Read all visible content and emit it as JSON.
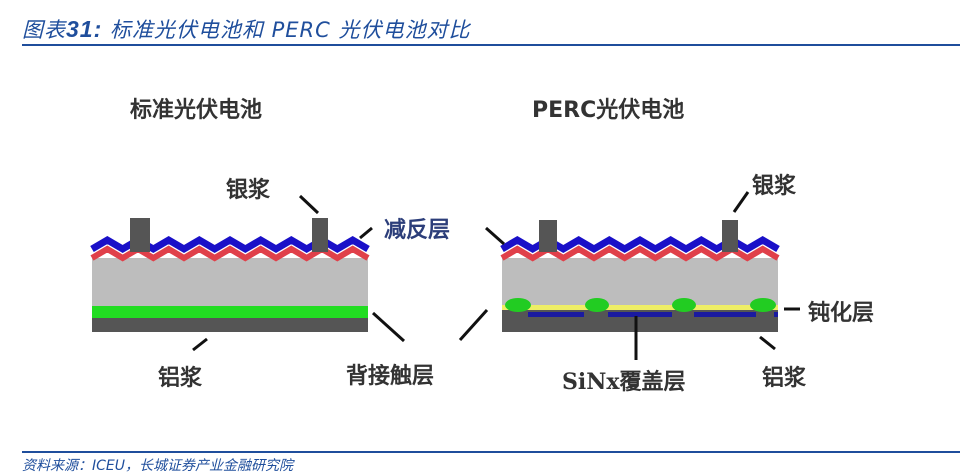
{
  "figure": {
    "title_prefix": "图表",
    "title_number": "31:",
    "title_text": " 标准光伏电池和 PERC 光伏电池对比",
    "footer": "资料来源：ICEU，长城证券产业金融研究院"
  },
  "panels": {
    "standard": {
      "heading": "标准光伏电池",
      "labels": {
        "silver_paste": "银浆",
        "aluminum_paste": "铝浆",
        "back_contact": "背接触层"
      }
    },
    "perc": {
      "heading": "PERC光伏电池",
      "labels": {
        "silver_paste": "银浆",
        "passivation": "钝化层",
        "sinx_cover": "SiNx覆盖层",
        "aluminum_paste": "铝浆"
      }
    },
    "shared_labels": {
      "anti_reflection": "减反层"
    }
  },
  "colors": {
    "title_blue": "#1f4e9c",
    "anti_reflection": "#1a10c8",
    "emitter_red": "#e0404a",
    "silicon_gray": "#bdbdbd",
    "metal_dark": "#555555",
    "back_contact_green": "#22dd22",
    "passivation_yellow": "#eeee66",
    "sinx_blue": "#1a1aa0"
  }
}
